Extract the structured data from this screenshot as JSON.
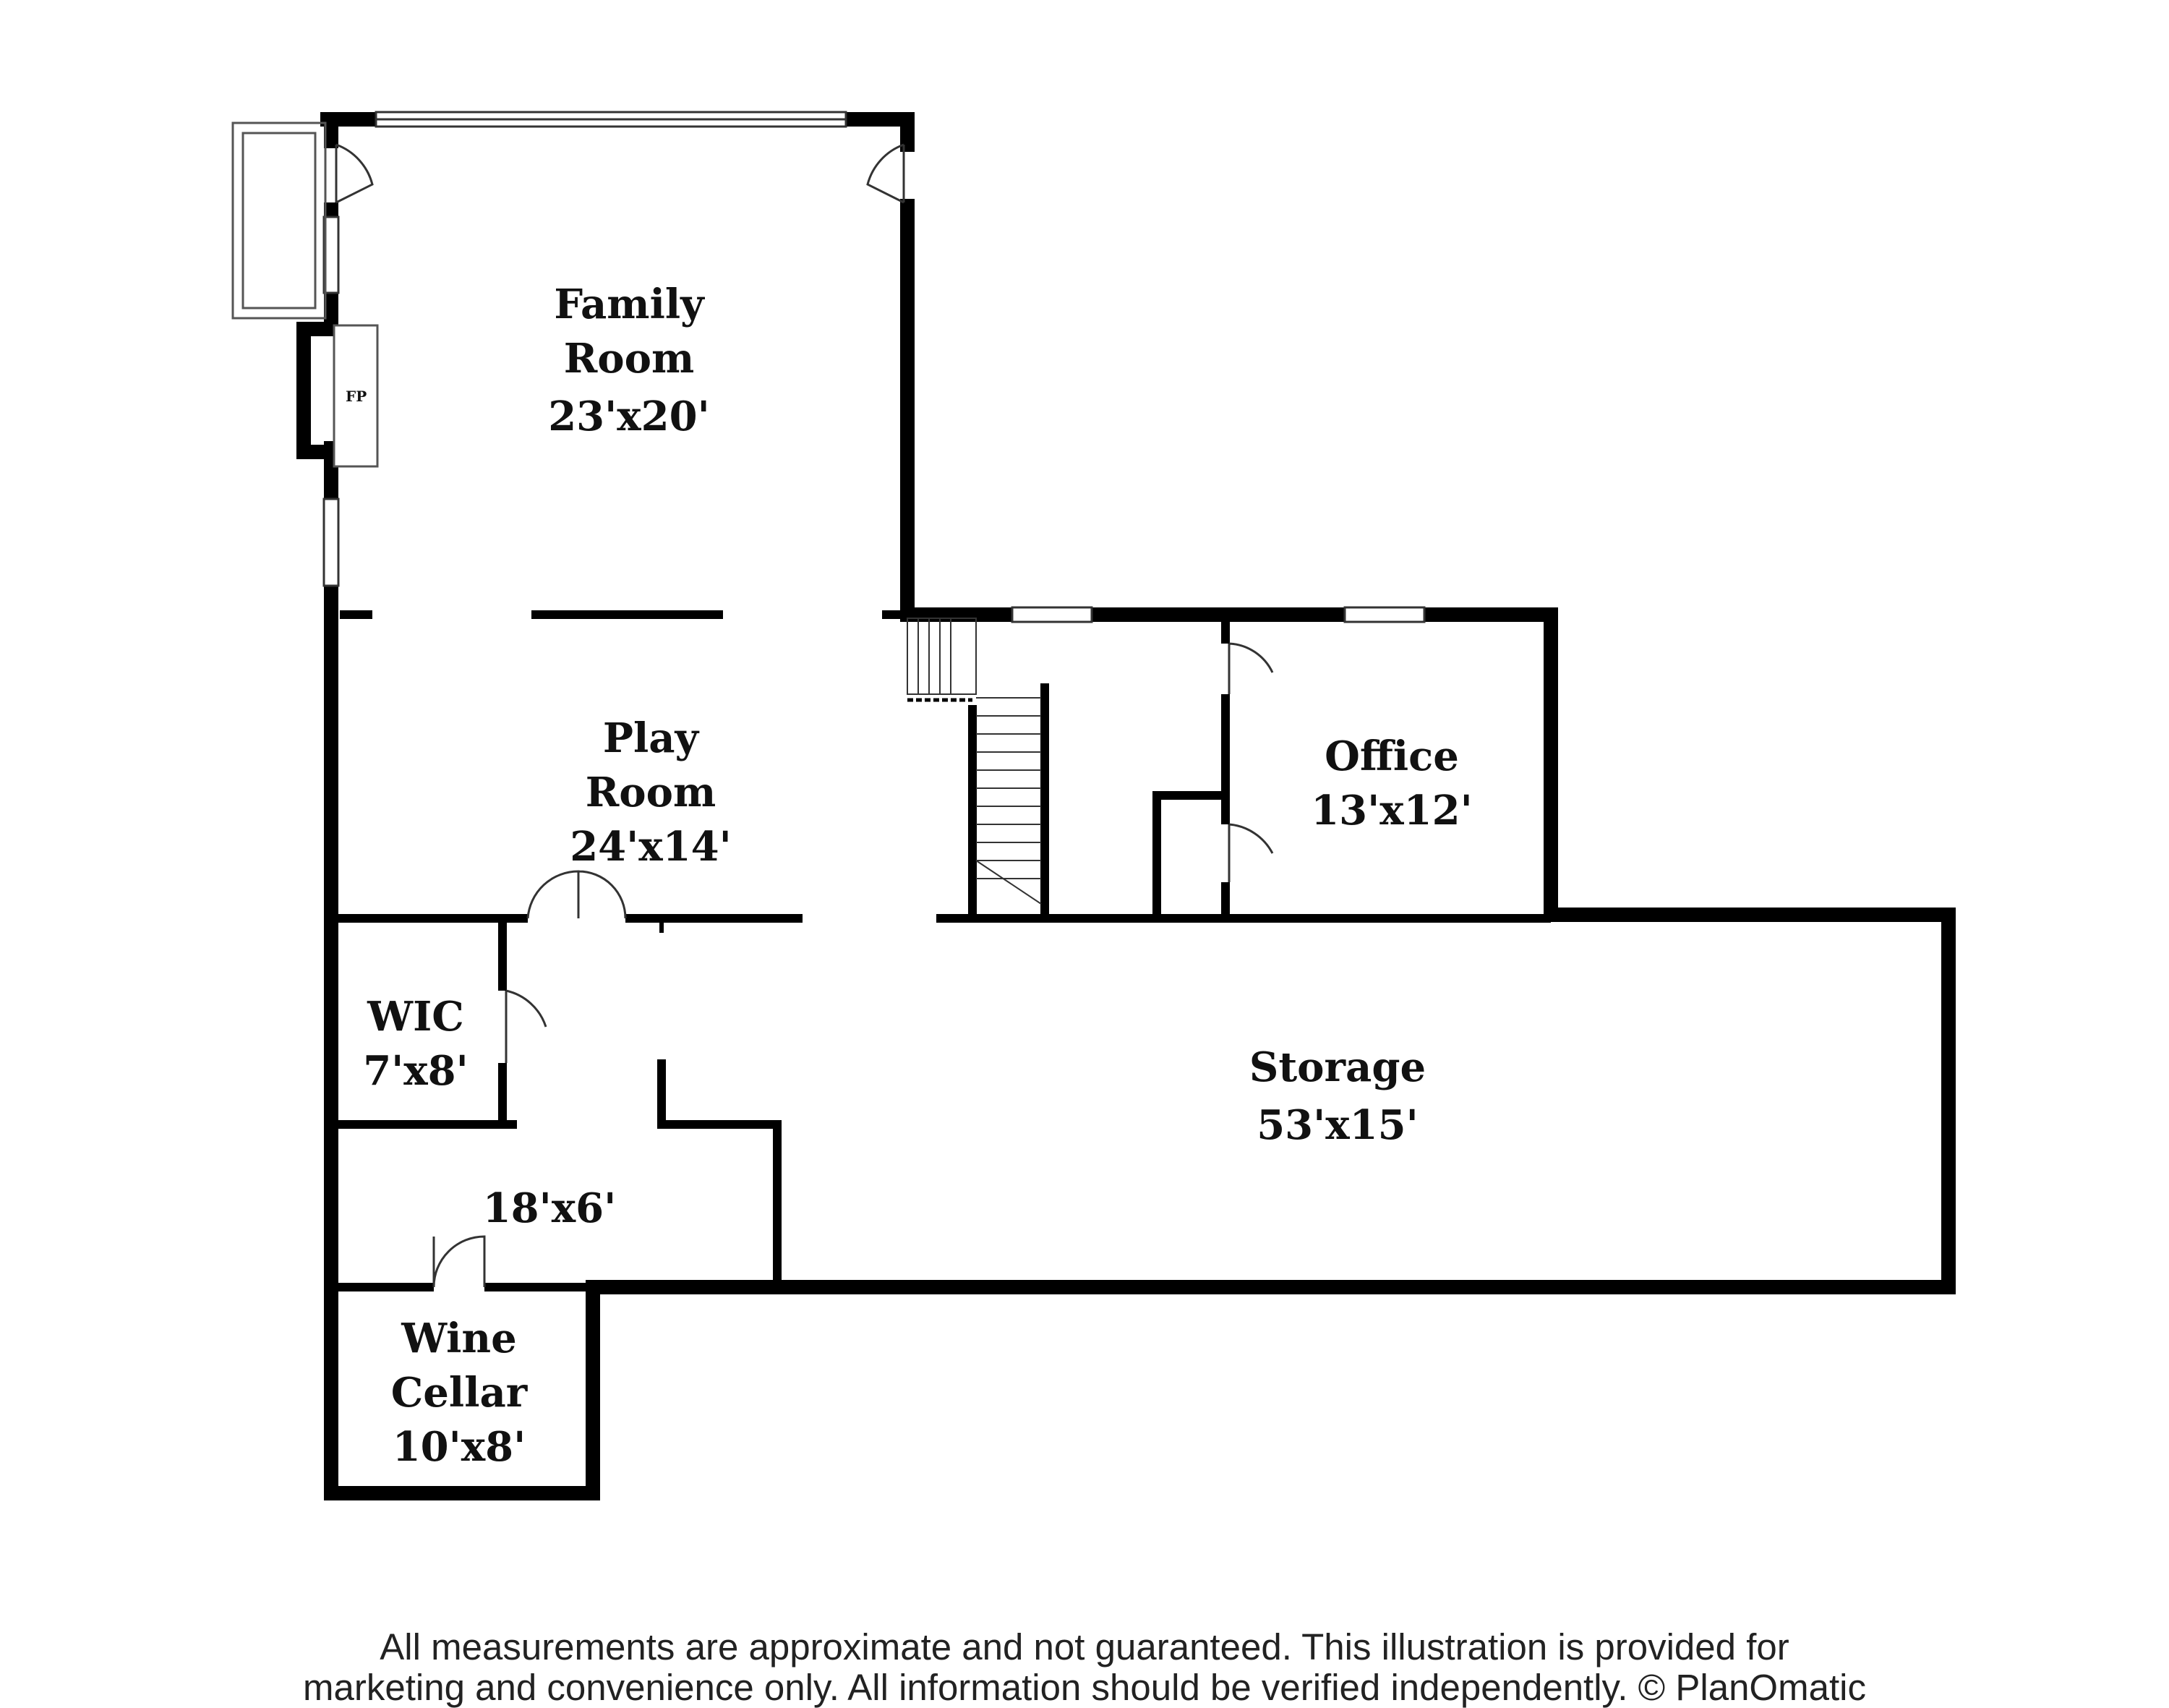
{
  "rooms": {
    "family_room": {
      "line1": "Family",
      "line2": "Room",
      "size": "23'x20'"
    },
    "play_room": {
      "line1": "Play",
      "line2": "Room",
      "size": "24'x14'"
    },
    "office": {
      "name": "Office",
      "size": "13'x12'"
    },
    "wic": {
      "name": "WIC",
      "size": "7'x8'"
    },
    "storage": {
      "name": "Storage",
      "size": "53'x15'"
    },
    "hall": {
      "size": "18'x6'"
    },
    "wine_cellar": {
      "line1": "Wine",
      "line2": "Cellar",
      "size": "10'x8'"
    }
  },
  "fireplace": {
    "label": "FP"
  },
  "disclaimer": {
    "line1": "All measurements are approximate and not guaranteed. This illustration is provided for",
    "line2": "marketing and convenience only. All information should be verified independently. © PlanOmatic"
  },
  "colors": {
    "wall": "#000000",
    "background": "#ffffff",
    "text": "#111111"
  }
}
